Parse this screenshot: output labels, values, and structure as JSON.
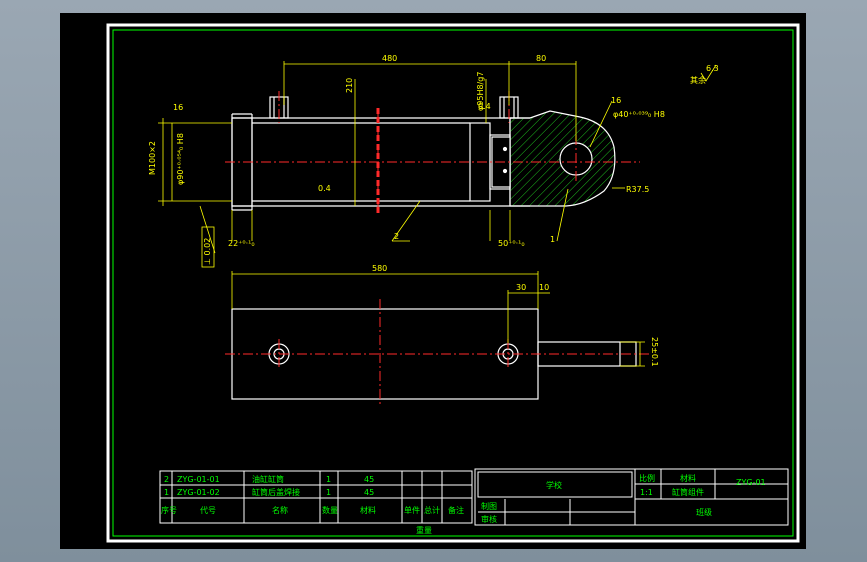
{
  "colors": {
    "background": "#000000",
    "border": "#ffffff",
    "outline": "#ffffff",
    "centerline": "#ff2a2a",
    "dimension": "#ffff00",
    "hatch": "#1fbf1f",
    "title_text": "#00ff00",
    "table_frame": "#ffffff"
  },
  "dimensions": {
    "d480": "480",
    "d80": "80",
    "d210": "210",
    "ds63": "6.3",
    "s16a": "16",
    "s16b": "16",
    "m100": "M100×2",
    "bore": "φ90⁺⁰·⁰⁵⁴₀ H8",
    "rod": "φ95H8/g7",
    "s04a": "0.4",
    "s04b": "0.4",
    "pin": "φ40⁺⁰·⁰³⁹₀ H8",
    "r375": "R37.5",
    "tol": "⊥ 0.02",
    "d22": "22⁺⁰·¹₀",
    "d50": "50⁺⁰·¹₀",
    "d580": "580",
    "d30": "30",
    "d10": "10",
    "d25": "25±0.1",
    "leader1": "1",
    "leader2": "2"
  },
  "surface_mark": {
    "value": "6.3",
    "other": "其余"
  },
  "parts_list": {
    "rows": [
      {
        "index": "2",
        "code": "ZYG-01-01",
        "name": "油缸缸筒",
        "qty": "1",
        "material": "45"
      },
      {
        "index": "1",
        "code": "ZYG-01-02",
        "name": "缸筒后盖焊接",
        "qty": "1",
        "material": "45"
      }
    ],
    "header": {
      "index": "序号",
      "code": "代号",
      "name": "名称",
      "qty": "数量",
      "material": "材料",
      "unit_weight": "单件",
      "total_weight": "总计",
      "note": "备注"
    },
    "weight_label": "重量"
  },
  "title_block": {
    "school": "学校",
    "scale_label": "比例",
    "material_label": "材料",
    "drawing_no": "ZYG-01",
    "scale_value": "1:1",
    "part_name": "缸筒组件",
    "drawn_label": "制图",
    "checked_label": "审核",
    "class_label": "班级"
  }
}
